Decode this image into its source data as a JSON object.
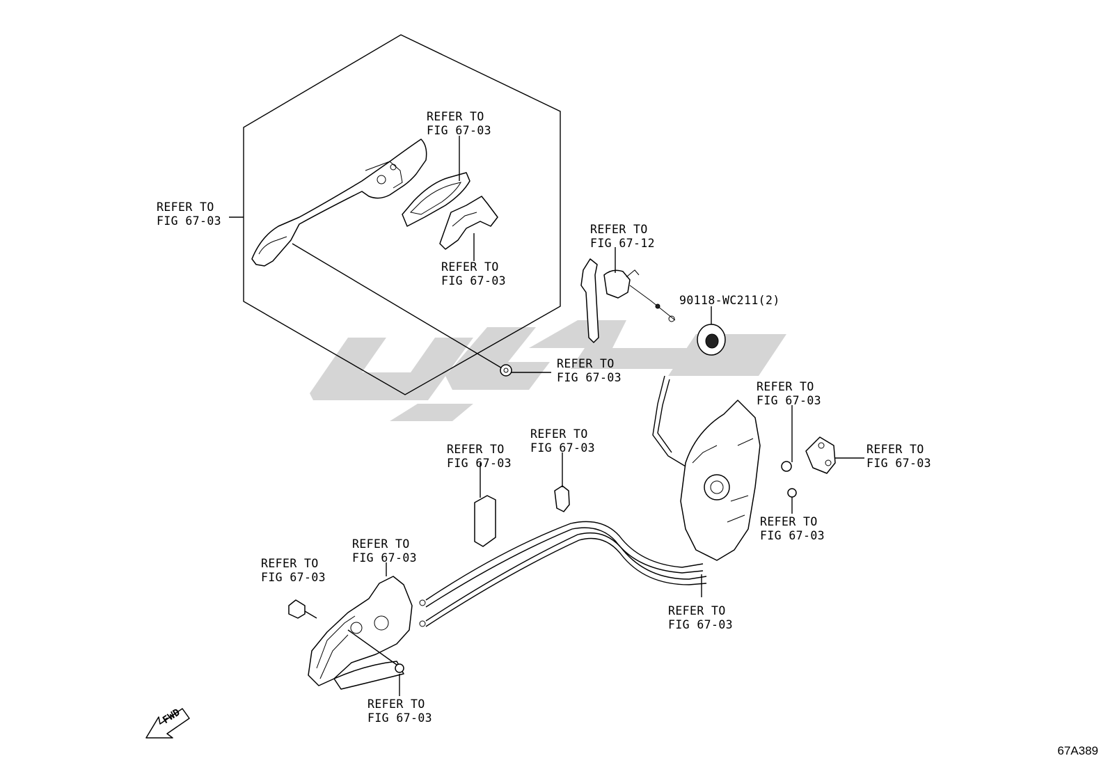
{
  "diagram": {
    "figure_id": "67A389",
    "fwd_label": "FWD",
    "labels": {
      "handle_assy": {
        "line1": "REFER TO",
        "line2": "FIG 67-03"
      },
      "handle_pad": {
        "line1": "REFER TO",
        "line2": "FIG 67-03"
      },
      "handle_cover": {
        "line1": "REFER TO",
        "line2": "FIG 67-03"
      },
      "key_cylinder": {
        "line1": "REFER TO",
        "line2": "FIG 67-12"
      },
      "grommet_part_no": "90118-WC211(2)",
      "handle_nut": {
        "line1": "REFER TO",
        "line2": "FIG 67-03"
      },
      "striker_screw": {
        "line1": "REFER TO",
        "line2": "FIG 67-03"
      },
      "striker": {
        "line1": "REFER TO",
        "line2": "FIG 67-03"
      },
      "lock_screw": {
        "line1": "REFER TO",
        "line2": "FIG 67-03"
      },
      "cable_clip": {
        "line1": "REFER TO",
        "line2": "FIG 67-03"
      },
      "pad": {
        "line1": "REFER TO",
        "line2": "FIG 67-03"
      },
      "inside_handle": {
        "line1": "REFER TO",
        "line2": "FIG 67-03"
      },
      "plug": {
        "line1": "REFER TO",
        "line2": "FIG 67-03"
      },
      "cable": {
        "line1": "REFER TO",
        "line2": "FIG 67-03"
      },
      "inside_handle_screw": {
        "line1": "REFER TO",
        "line2": "FIG 67-03"
      }
    }
  }
}
